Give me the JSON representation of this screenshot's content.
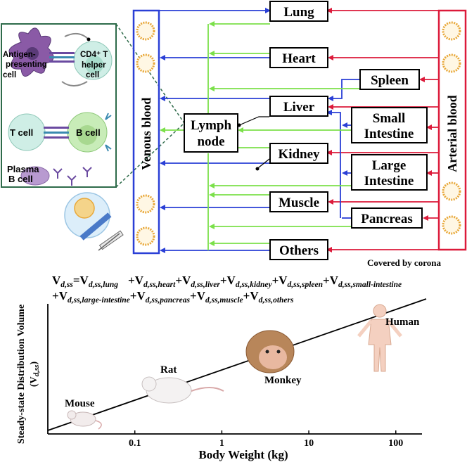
{
  "organs": {
    "lung": "Lung",
    "heart": "Heart",
    "spleen": "Spleen",
    "liver": "Liver",
    "small_intestine_1": "Small",
    "small_intestine_2": "Intestine",
    "lymph_1": "Lymph",
    "lymph_2": "node",
    "kidney": "Kidney",
    "large_intestine_1": "Large",
    "large_intestine_2": "Intestine",
    "muscle": "Muscle",
    "pancreas": "Pancreas",
    "others": "Others"
  },
  "vessels": {
    "venous": "Venous blood",
    "arterial": "Arterial blood"
  },
  "corona_note": "Covered by corona",
  "immune": {
    "apc_1": "Antigen-",
    "apc_2": "presenting",
    "apc_3": "cell",
    "cd4_1": "CD4⁺ T",
    "cd4_2": "helper",
    "cd4_3": "cell",
    "t_cell": "T cell",
    "b_cell": "B cell",
    "plasma_1": "Plasma",
    "plasma_2": "B cell"
  },
  "equation": {
    "V": "V",
    "plus": "+",
    "equals": "=",
    "lhs_sub": "d,ss",
    "subs": [
      "d,ss,lung",
      "d,ss,heart",
      "d,ss,liver",
      "d,ss,kidney",
      "d,ss,spleen",
      "d,ss,small-intestine",
      "d,ss,large-intestine",
      "d,ss,pancreas",
      "d,ss,muscle",
      "d,ss,others"
    ]
  },
  "colors": {
    "venous": "#2a3fd6",
    "arterial": "#dc1a3a",
    "lymph": "#7be04a",
    "dashed": "#2e6b4a",
    "corona": "#e8a83a"
  },
  "chart_data": {
    "type": "line",
    "ylabel": "Steady-state Distribution Volume",
    "ylabel_2": "(V",
    "ylabel_sub": "d,ss",
    "ylabel_close": ")",
    "xlabel": "Body Weight (kg)",
    "x_scale": "log",
    "xlim": [
      0.01,
      200
    ],
    "xticks": [
      0.1,
      1,
      10,
      100
    ],
    "xtick_labels": [
      "0.1",
      "1",
      "10",
      "100"
    ],
    "points": [
      {
        "label": "Mouse",
        "x": 0.02
      },
      {
        "label": "Rat",
        "x": 0.25
      },
      {
        "label": "Monkey",
        "x": 4
      },
      {
        "label": "Human",
        "x": 70
      }
    ]
  }
}
